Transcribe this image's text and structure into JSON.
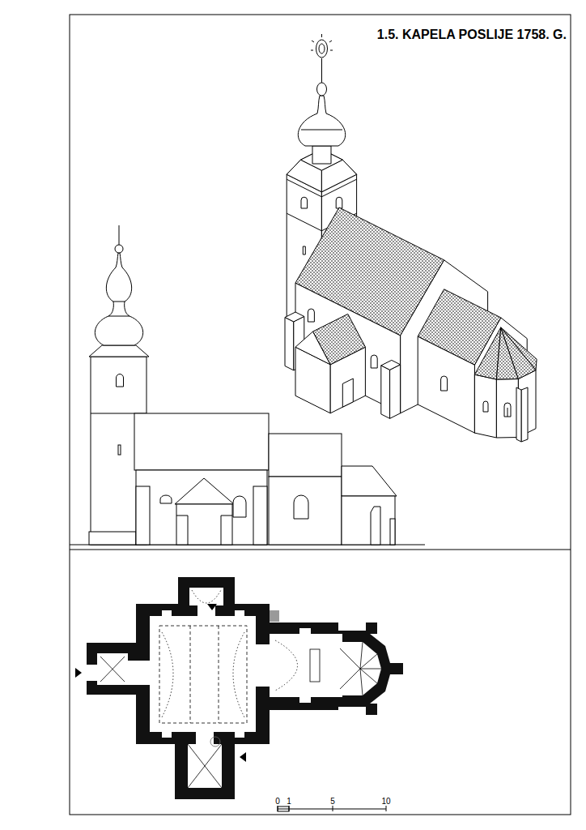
{
  "diagram": {
    "title": "1.5. KAPELA POSLIJE 1758. G.",
    "labels": [
      "0",
      "1",
      "5",
      "10"
    ]
  }
}
